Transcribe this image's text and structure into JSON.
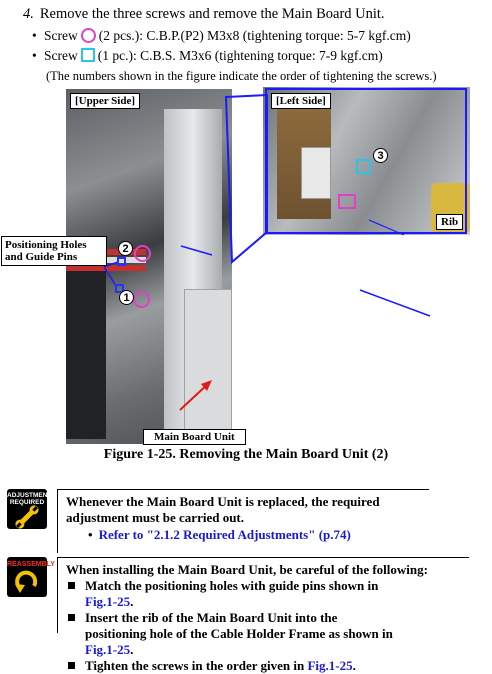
{
  "step": {
    "number": "4.",
    "text": "Remove the three screws and remove the Main Board Unit."
  },
  "screws": [
    {
      "prefix": "Screw",
      "spec": "(2 pcs.): C.B.P.(P2) M3x8 (tightening torque: 5-7 kgf.cm)",
      "marker_color": "#e040c8"
    },
    {
      "prefix": "Screw",
      "spec": "(1 pc.): C.B.S. M3x6 (tightening torque: 7-9 kgf.cm)",
      "marker_color": "#29c4e8"
    }
  ],
  "note": "(The numbers shown in the figure indicate the order of tightening the screws.)",
  "figure": {
    "labels": {
      "upper_side": "[Upper Side]",
      "left_side": "[Left Side]",
      "positioning": "Positioning Holes and Guide Pins",
      "rib": "Rib",
      "main_board_unit": "Main Board Unit",
      "order1": "1",
      "order2": "2",
      "order3": "3"
    },
    "caption": "Figure 1-25.  Removing the Main Board Unit (2)"
  },
  "adjustment": {
    "icon_text": "ADJUSTMENT REQUIRED",
    "text": "Whenever the Main Board Unit is replaced, the required adjustment must be carried out.",
    "link": "Refer to \"2.1.2 Required Adjustments\" (p.74)"
  },
  "reassembly": {
    "icon_text": "REASSEMBLY",
    "intro": "When installing the Main Board Unit, be careful of the following:",
    "items": [
      {
        "pre": "Match the positioning holes with guide pins shown in ",
        "ref": "Fig.1-25",
        "post": "."
      },
      {
        "pre": "Insert the rib of the Main Board Unit into the positioning hole of the Cable Holder Frame as shown in ",
        "ref": "Fig.1-25",
        "post": "."
      },
      {
        "pre": "Tighten the screws in the order given in ",
        "ref": "Fig.1-25",
        "post": "."
      }
    ]
  }
}
